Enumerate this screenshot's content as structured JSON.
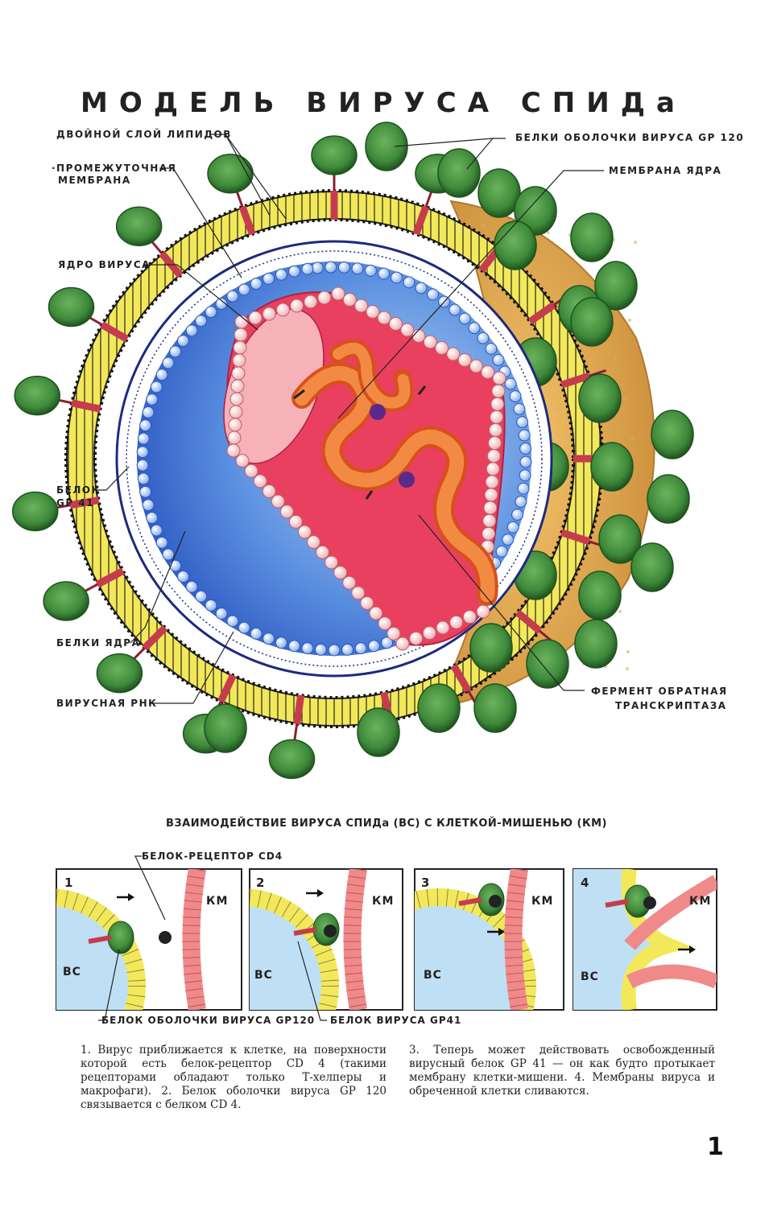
{
  "title": "МОДЕЛЬ ВИРУСА СПИДа",
  "labels": {
    "lipid_bilayer": "ДВОЙНОЙ СЛОЙ ЛИПИДОВ",
    "intermediate_membrane_1": "·ПРОМЕЖУТОЧНАЯ",
    "intermediate_membrane_2": "МЕМБРАНА",
    "virus_core": "ЯДРО ВИРУСА",
    "protein_gp41_1": "БЕЛОК",
    "protein_gp41_2": "GP 41",
    "core_proteins": "БЕЛКИ ЯДРА",
    "viral_rna": "ВИРУСНАЯ РНК",
    "envelope_proteins": "БЕЛКИ ОБОЛОЧКИ ВИРУСА GP 120",
    "core_membrane": "МЕМБРАНА ЯДРА",
    "reverse_transcriptase_1": "ФЕРМЕНТ ОБРАТНАЯ",
    "reverse_transcriptase_2": "ТРАНСКРИПТАЗА"
  },
  "subtitle": "ВЗАИМОДЕЙСТВИЕ ВИРУСА СПИДа (ВС) С КЛЕТКОЙ-МИШЕНЬЮ (КМ)",
  "panels": {
    "receptor_label": "БЕЛОК-РЕЦЕПТОР CD4",
    "envelope_protein_label": "БЕЛОК ОБОЛОЧКИ ВИРУСА GP120",
    "virus_protein_label": "БЕЛОК ВИРУСА GP41",
    "virus_abbr": "ВС",
    "cell_abbr": "КМ",
    "numbers": [
      "1",
      "2",
      "3",
      "4"
    ]
  },
  "caption_left": "1. Вирус приближается к клетке, на поверхности которой есть белок-рецептор CD 4 (такими рецепторами обладают только Т-хелперы и макрофаги). 2. Белок оболочки вируса GP 120 связывается с белком CD 4.",
  "caption_right": "3. Теперь может действовать освобожденный вирусный белок GP 41 — он как будто протыкает мембрану клетки-мишени. 4. Мембраны вируса и обреченной клетки сливаются.",
  "page_number": "1",
  "colors": {
    "knob_green": "#3e8a3a",
    "knob_dark": "#1f5320",
    "lipid_yellow": "#f3e85a",
    "protein_red": "#c63c4e",
    "core_pink": "#e8405e",
    "rna_orange": "#e8611f",
    "inner_blue": "#3a6fd0",
    "shell_tan": "#d9a24e",
    "cell_salmon": "#f08a8a",
    "virus_fluid_blue": "#bfe0f4"
  }
}
